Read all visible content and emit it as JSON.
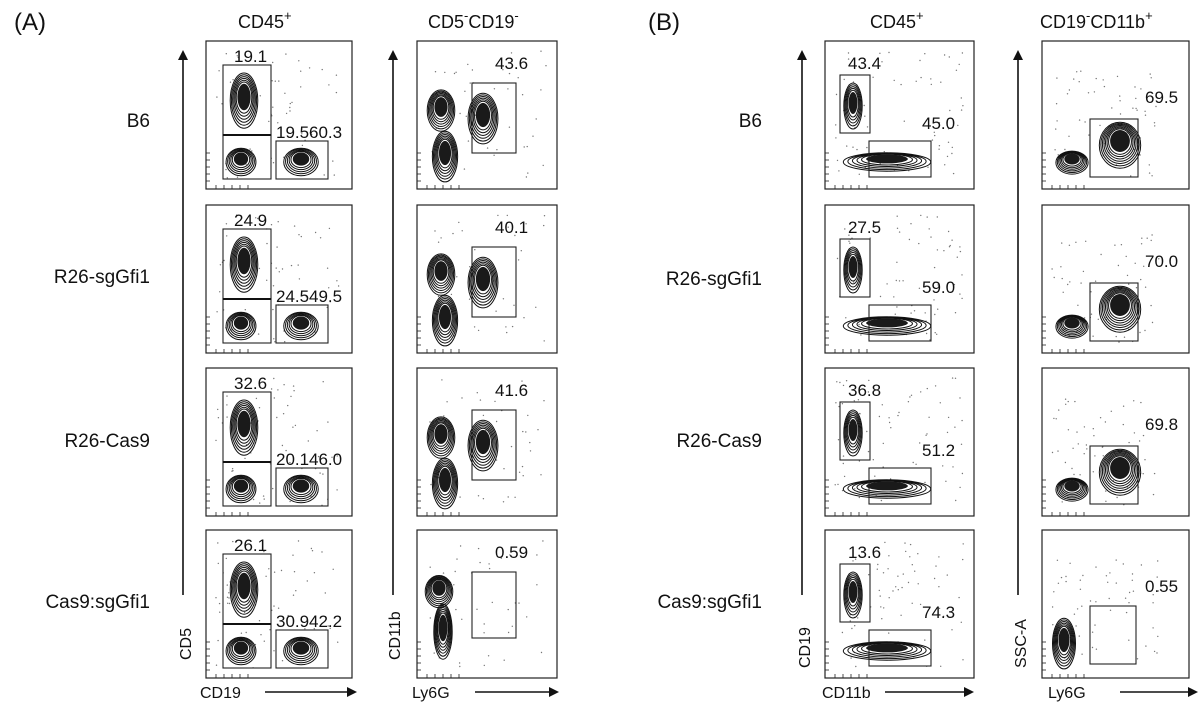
{
  "panels": [
    {
      "label": "(A)",
      "columns": [
        {
          "title_base": "CD45",
          "title_sup": "+",
          "title_parts": null
        },
        {
          "title_base": null,
          "title_sup": null,
          "title_parts": [
            {
              "t": "CD5",
              "sup": false
            },
            {
              "t": "-",
              "sup": true
            },
            {
              "t": "CD19",
              "sup": false
            },
            {
              "t": "-",
              "sup": true
            }
          ]
        }
      ],
      "y_axis_labels": [
        "CD5",
        "CD11b"
      ],
      "x_axis_labels": [
        "CD19",
        "Ly6G"
      ]
    },
    {
      "label": "(B)",
      "columns": [
        {
          "title_base": "CD45",
          "title_sup": "+",
          "title_parts": null
        },
        {
          "title_base": null,
          "title_sup": null,
          "title_parts": [
            {
              "t": "CD19",
              "sup": false
            },
            {
              "t": "-",
              "sup": true
            },
            {
              "t": "CD11b",
              "sup": false
            },
            {
              "t": "+",
              "sup": true
            }
          ]
        }
      ],
      "y_axis_labels": [
        "CD19",
        "SSC-A"
      ],
      "x_axis_labels": [
        "CD11b",
        "Ly6G"
      ]
    }
  ],
  "rows": [
    "B6",
    "R26-sgGfi1",
    "R26-Cas9",
    "Cas9:sgGfi1"
  ],
  "gate_values": {
    "A_cd45": [
      {
        "t_cells": "19.1",
        "b_cells": "19.5",
        "double_neg": "60.3"
      },
      {
        "t_cells": "24.9",
        "b_cells": "24.5",
        "double_neg": "49.5"
      },
      {
        "t_cells": "32.6",
        "b_cells": "20.1",
        "double_neg": "46.0"
      },
      {
        "t_cells": "26.1",
        "b_cells": "30.9",
        "double_neg": "42.2"
      }
    ],
    "A_ly6g": [
      "43.6",
      "40.1",
      "41.6",
      "0.59"
    ],
    "B_cd45": [
      {
        "b_cells": "43.4",
        "myeloid": "45.0"
      },
      {
        "b_cells": "27.5",
        "myeloid": "59.0"
      },
      {
        "b_cells": "36.8",
        "myeloid": "51.2"
      },
      {
        "b_cells": "13.6",
        "myeloid": "74.3"
      }
    ],
    "B_ly6g": [
      "69.5",
      "70.0",
      "69.8",
      "0.55"
    ]
  }
}
